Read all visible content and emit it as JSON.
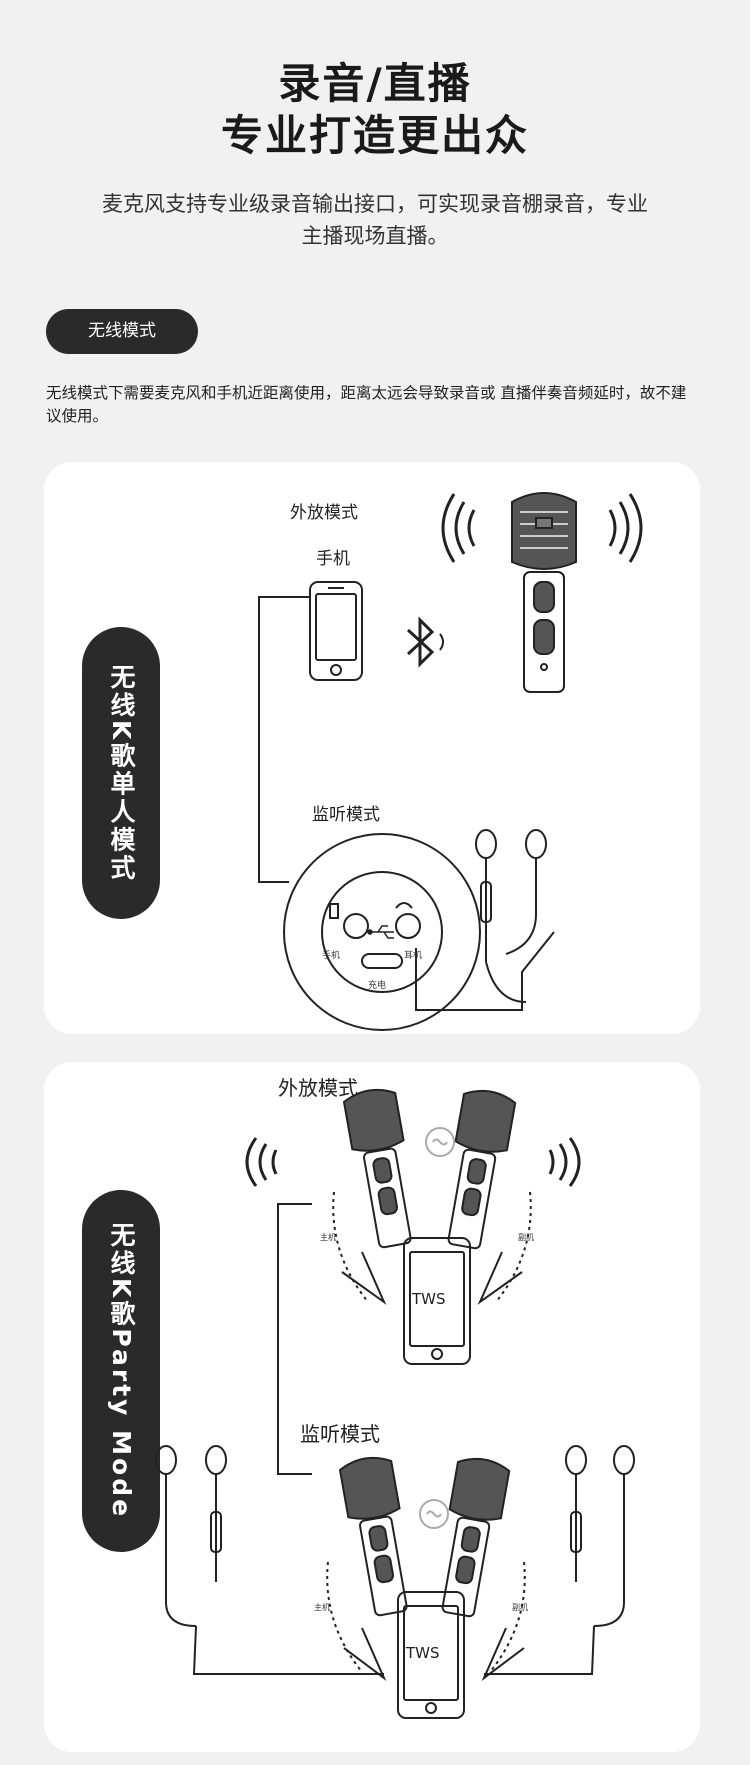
{
  "header": {
    "title_line1": "录音/直播",
    "title_line2": "专业打造更出众",
    "subtitle": "麦克风支持专业级录音输出接口，可实现录音棚录音，专业主播现场直播。"
  },
  "wireless_pill": "无线模式",
  "wireless_note": "无线模式下需要麦克风和手机近距离使用，距离太远会导致录音或 直播伴奏音频延时，故不建议使用。",
  "card1": {
    "side_label": "无线K歌单人模式",
    "speaker_mode": "外放模式",
    "phone_label": "手机",
    "monitor_mode": "监听模式",
    "jack_phone": "手机",
    "jack_ear": "耳机",
    "charge": "充电"
  },
  "card2": {
    "side_label": "无线K歌Party Mode",
    "speaker_mode": "外放模式",
    "monitor_mode": "监听模式",
    "tws": "TWS",
    "main_mic": "主机",
    "sub_mic": "副机"
  }
}
